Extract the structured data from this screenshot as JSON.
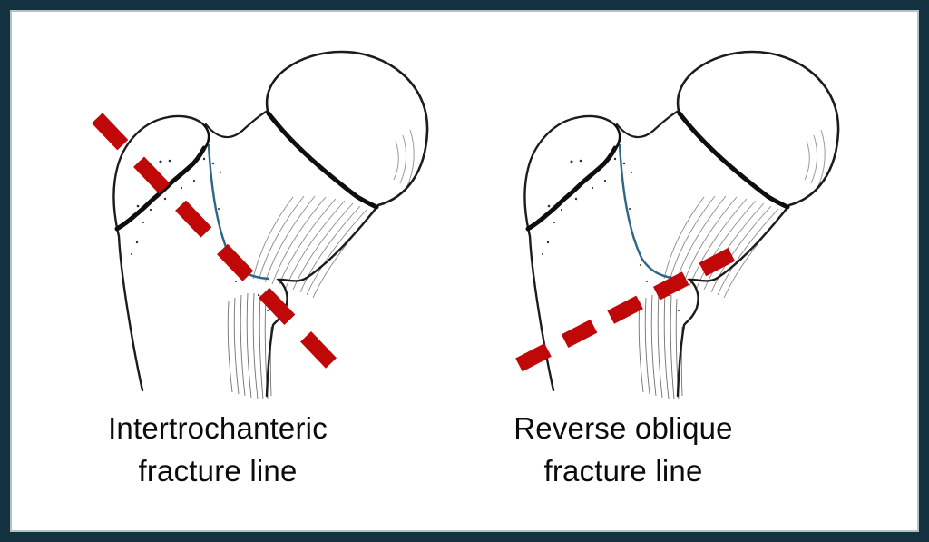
{
  "figure_title": "",
  "panels": [
    {
      "id": "intertrochanteric",
      "caption_line1": "Intertrochanteric",
      "caption_line2": "fracture line",
      "annotation": "red dashed line, steep oblique from upper-left to lower-right across the trochanteric region"
    },
    {
      "id": "reverse-oblique",
      "caption_line1": "Reverse oblique",
      "caption_line2": "fracture line",
      "annotation": "red dashed line, shallow oblique from lower-left to upper-right below the lesser trochanter"
    }
  ],
  "colors": {
    "frame_navy": "#14313f",
    "fracture_red": "#c00808",
    "intertroch_blue": "#2e6687",
    "text_color": "#0b0b0b",
    "background": "#ffffff"
  }
}
